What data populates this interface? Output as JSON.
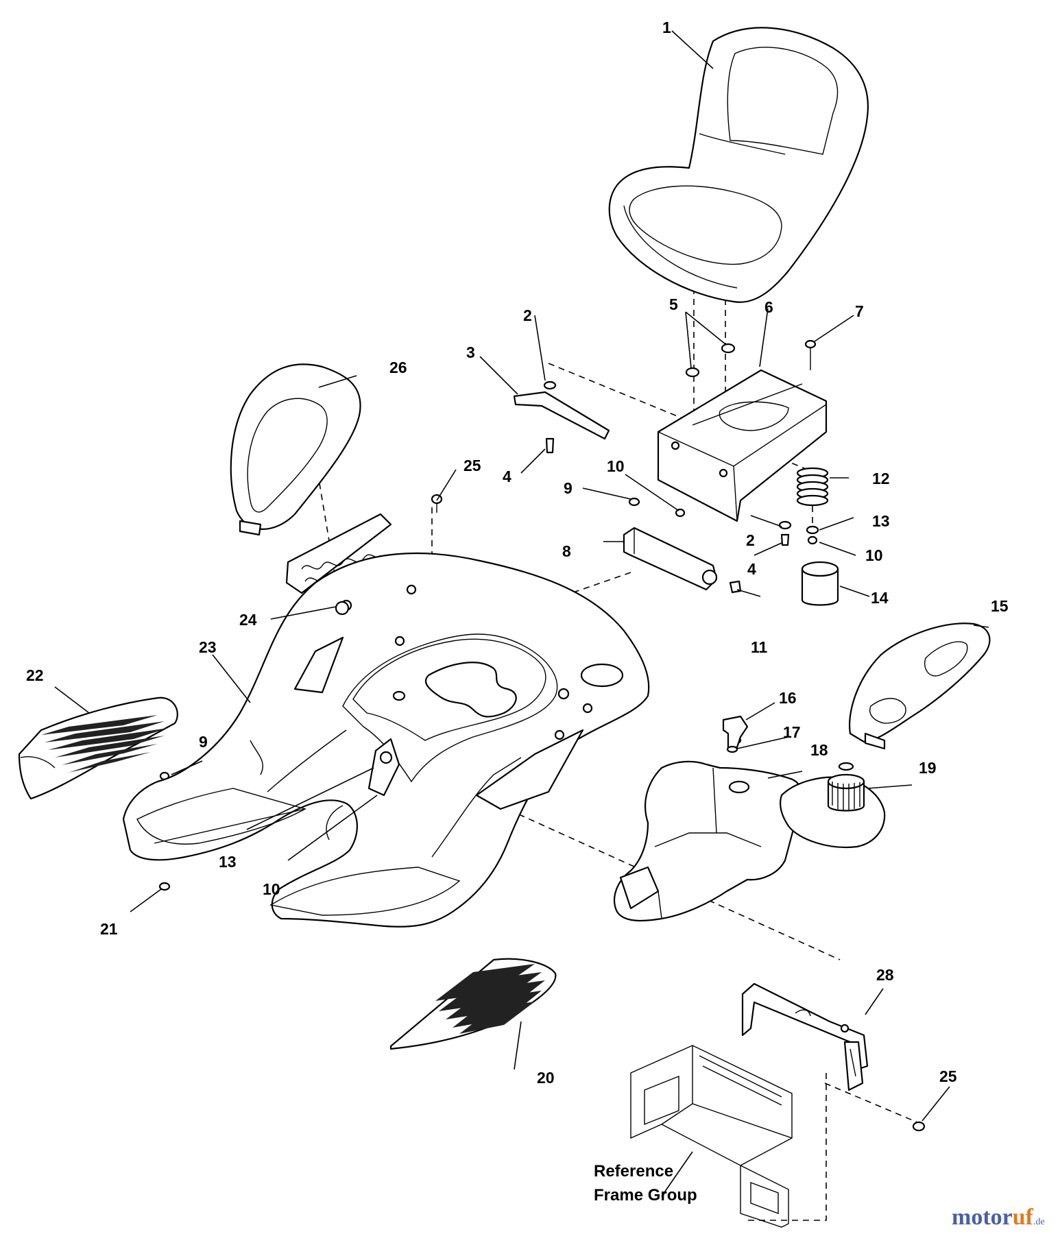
{
  "callouts": {
    "c1": "1",
    "c2a": "2",
    "c2b": "2",
    "c3": "3",
    "c4a": "4",
    "c4b": "4",
    "c5": "5",
    "c6": "6",
    "c7": "7",
    "c8": "8",
    "c9a": "9",
    "c9b": "9",
    "c10a": "10",
    "c10b": "10",
    "c10c": "10",
    "c11": "11",
    "c12": "12",
    "c13a": "13",
    "c13b": "13",
    "c14": "14",
    "c15": "15",
    "c16": "16",
    "c17": "17",
    "c18": "18",
    "c19": "19",
    "c20": "20",
    "c21": "21",
    "c22": "22",
    "c23": "23",
    "c24": "24",
    "c25a": "25",
    "c25b": "25",
    "c26": "26",
    "c28": "28"
  },
  "reference_label": {
    "line1": "Reference",
    "line2": "Frame Group"
  },
  "watermark": {
    "brand_a": "motor",
    "brand_b": "uf",
    "suffix": ".de"
  },
  "colors": {
    "line": "#000000",
    "background": "#ffffff",
    "watermark_blue": "#4a5fa8",
    "watermark_orange": "#e07a1f"
  }
}
